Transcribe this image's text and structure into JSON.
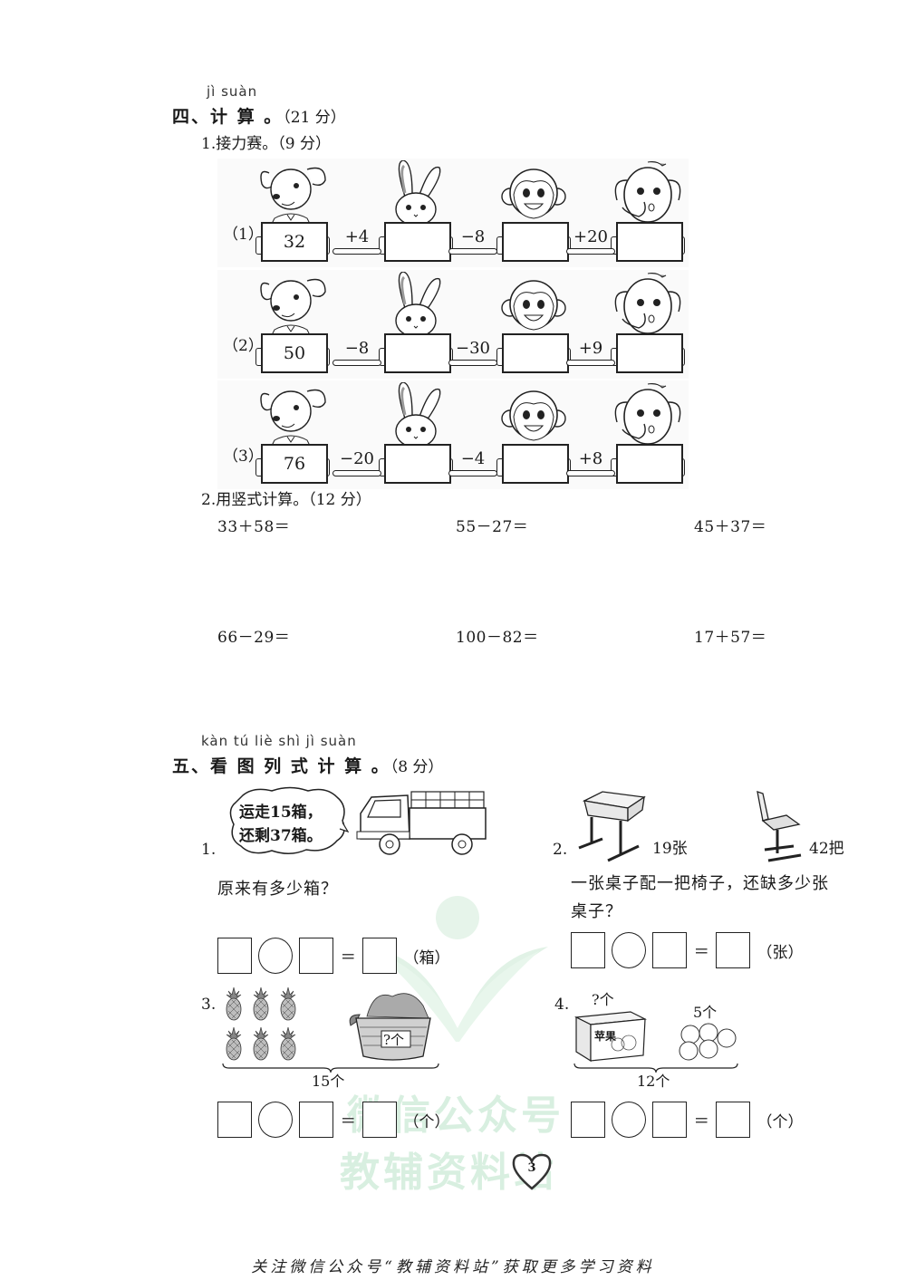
{
  "section4": {
    "pinyin": "jì  suàn",
    "title": "四、计 算 。",
    "score": "（21 分）",
    "part1": {
      "title": "1.接力赛。（9 分）",
      "rows": [
        {
          "label": "（1）",
          "start": "32",
          "ops": [
            "+4",
            "−8",
            "+20"
          ]
        },
        {
          "label": "（2）",
          "start": "50",
          "ops": [
            "−8",
            "−30",
            "+9"
          ]
        },
        {
          "label": "（3）",
          "start": "76",
          "ops": [
            "−20",
            "−4",
            "+8"
          ]
        }
      ],
      "animals": [
        "dog",
        "rabbit",
        "monkey",
        "elephant"
      ]
    },
    "part2": {
      "title": "2.用竖式计算。（12 分）",
      "equations": [
        "33＋58＝",
        "55－27＝",
        "45＋37＝",
        "66－29＝",
        "100－82＝",
        "17＋57＝"
      ]
    }
  },
  "section5": {
    "pinyin": "kàn  tú  liè  shì  jì  suàn",
    "title": "五、看 图 列 式 计 算 。",
    "score": "（8 分）",
    "problems": [
      {
        "num": "1.",
        "bubble_line1": "运走15箱，",
        "bubble_line2": "还剩37箱。",
        "question": "原来有多少箱？",
        "unit": "（箱）"
      },
      {
        "num": "2.",
        "desk_count": "19张",
        "chair_count": "42把",
        "question_line1": "一张桌子配一把椅子，还缺多少张",
        "question_line2": "桌子？",
        "unit": "（张）"
      },
      {
        "num": "3.",
        "basket_label": "?个",
        "total": "15个",
        "unit": "（个）"
      },
      {
        "num": "4.",
        "box_count": "?个",
        "box_label": "苹果",
        "apples_count": "5个",
        "total": "12个",
        "unit": "（个）"
      }
    ],
    "equals": "="
  },
  "page_number": "3",
  "watermark": {
    "line1": "微信公众号",
    "line2": "教辅资料站"
  },
  "footer": "关注微信公众号“教辅资料站”获取更多学习资料"
}
